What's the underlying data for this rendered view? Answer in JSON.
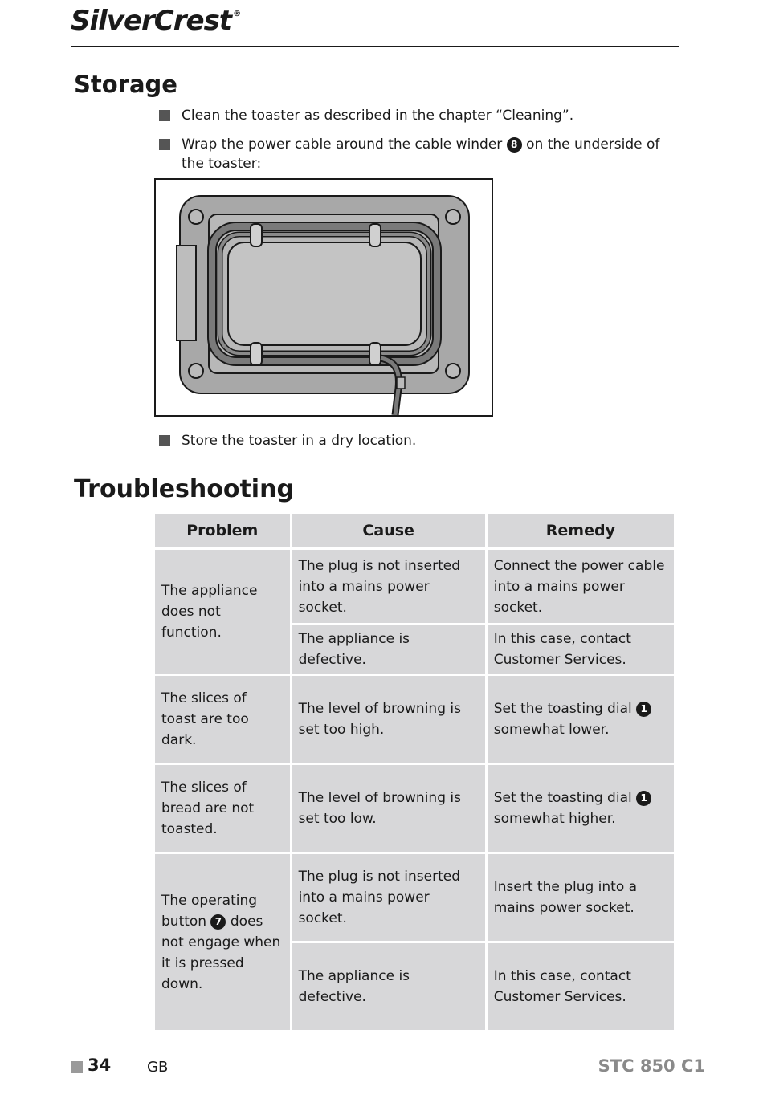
{
  "header": {
    "brand": "SilverCrest",
    "brand_mark": "®"
  },
  "storage": {
    "title": "Storage",
    "bullets": {
      "b1": "Clean the toaster as described in the chapter “Cleaning”.",
      "b2_pre": "Wrap the power cable around the cable winder",
      "b2_ref": "8",
      "b2_post": "on the underside of the toaster:",
      "b3": "Store the toaster in a dry location."
    }
  },
  "troubleshooting": {
    "title": "Troubleshooting",
    "headers": [
      "Problem",
      "Cause",
      "Remedy"
    ],
    "rows": {
      "r1": {
        "problem": "The appliance does not function.",
        "cause_a": "The plug is not inserted into a mains power socket.",
        "remedy_a": "Connect the power cable into a mains power socket.",
        "cause_b": "The appliance is defective.",
        "remedy_b": "In this case, contact Customer Services."
      },
      "r2": {
        "problem": "The slices of toast are too dark.",
        "cause": "The level of browning is set too high.",
        "remedy_pre": "Set the toasting dial",
        "remedy_ref": "1",
        "remedy_post": "somewhat lower."
      },
      "r3": {
        "problem": "The slices of bread are not toasted.",
        "cause": "The level of browning is set too low.",
        "remedy_pre": "Set the toasting dial",
        "remedy_ref": "1",
        "remedy_post": "somewhat higher."
      },
      "r4": {
        "problem_pre": "The operating button",
        "problem_ref": "7",
        "problem_post": "does not engage when it is pressed down.",
        "cause_a": "The plug is not inserted into a mains power socket.",
        "remedy_a": "Insert the plug into a mains power socket.",
        "cause_b": "The appliance is defective.",
        "remedy_b": "In this case, contact Customer Services."
      }
    }
  },
  "footer": {
    "page": "34",
    "lang": "GB",
    "model": "STC 850 C1"
  }
}
